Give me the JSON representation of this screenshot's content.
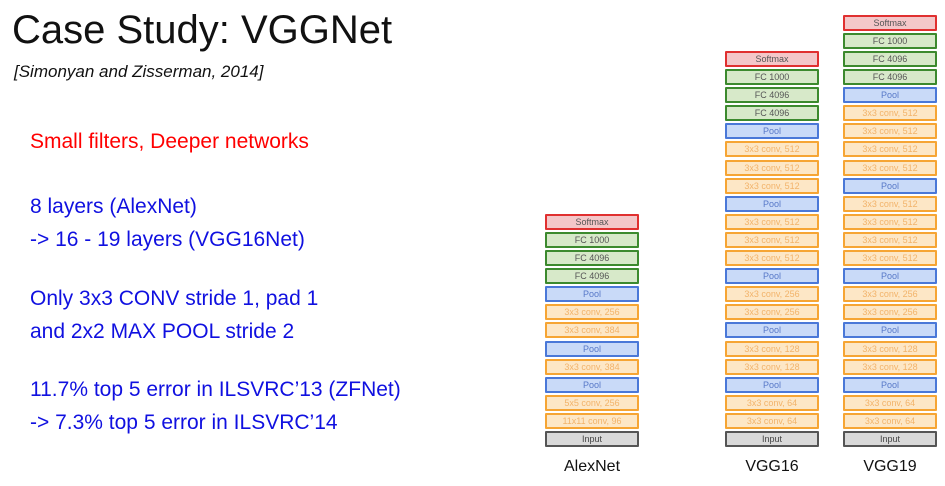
{
  "slide": {
    "title": "Case Study: VGGNet",
    "citation": "[Simonyan and Zisserman, 2014]",
    "lines": [
      "Small filters, Deeper networks",
      "8 layers (AlexNet)",
      "-> 16 - 19 layers (VGG16Net)",
      "Only 3x3 CONV stride 1, pad 1",
      "and  2x2 MAX POOL stride 2",
      "11.7% top 5 error in ILSVRC’13 (ZFNet)",
      "-> 7.3% top 5 error in ILSVRC’14"
    ],
    "highlight_color": "#ff0000",
    "body_color": "#1010e0"
  },
  "networks": [
    {
      "name": "AlexNet",
      "layers": [
        {
          "label": "Softmax",
          "type": "softmax"
        },
        {
          "label": "FC 1000",
          "type": "fc"
        },
        {
          "label": "FC 4096",
          "type": "fc"
        },
        {
          "label": "FC 4096",
          "type": "fc"
        },
        {
          "label": "Pool",
          "type": "pool"
        },
        {
          "label": "3x3 conv, 256",
          "type": "conv"
        },
        {
          "label": "3x3 conv, 384",
          "type": "conv"
        },
        {
          "label": "Pool",
          "type": "pool"
        },
        {
          "label": "3x3 conv, 384",
          "type": "conv"
        },
        {
          "label": "Pool",
          "type": "pool"
        },
        {
          "label": "5x5 conv, 256",
          "type": "conv"
        },
        {
          "label": "11x11 conv, 96",
          "type": "conv"
        },
        {
          "label": "Input",
          "type": "input"
        }
      ]
    },
    {
      "name": "VGG16",
      "layers": [
        {
          "label": "Softmax",
          "type": "softmax"
        },
        {
          "label": "FC 1000",
          "type": "fc"
        },
        {
          "label": "FC 4096",
          "type": "fc"
        },
        {
          "label": "FC 4096",
          "type": "fc"
        },
        {
          "label": "Pool",
          "type": "pool"
        },
        {
          "label": "3x3 conv, 512",
          "type": "conv"
        },
        {
          "label": "3x3 conv, 512",
          "type": "conv"
        },
        {
          "label": "3x3 conv, 512",
          "type": "conv"
        },
        {
          "label": "Pool",
          "type": "pool"
        },
        {
          "label": "3x3 conv, 512",
          "type": "conv"
        },
        {
          "label": "3x3 conv, 512",
          "type": "conv"
        },
        {
          "label": "3x3 conv, 512",
          "type": "conv"
        },
        {
          "label": "Pool",
          "type": "pool"
        },
        {
          "label": "3x3 conv, 256",
          "type": "conv"
        },
        {
          "label": "3x3 conv, 256",
          "type": "conv"
        },
        {
          "label": "Pool",
          "type": "pool"
        },
        {
          "label": "3x3 conv, 128",
          "type": "conv"
        },
        {
          "label": "3x3 conv, 128",
          "type": "conv"
        },
        {
          "label": "Pool",
          "type": "pool"
        },
        {
          "label": "3x3 conv, 64",
          "type": "conv"
        },
        {
          "label": "3x3 conv, 64",
          "type": "conv"
        },
        {
          "label": "Input",
          "type": "input"
        }
      ]
    },
    {
      "name": "VGG19",
      "layers": [
        {
          "label": "Softmax",
          "type": "softmax"
        },
        {
          "label": "FC 1000",
          "type": "fc"
        },
        {
          "label": "FC 4096",
          "type": "fc"
        },
        {
          "label": "FC 4096",
          "type": "fc"
        },
        {
          "label": "Pool",
          "type": "pool"
        },
        {
          "label": "3x3 conv, 512",
          "type": "conv"
        },
        {
          "label": "3x3 conv, 512",
          "type": "conv"
        },
        {
          "label": "3x3 conv, 512",
          "type": "conv"
        },
        {
          "label": "3x3 conv, 512",
          "type": "conv"
        },
        {
          "label": "Pool",
          "type": "pool"
        },
        {
          "label": "3x3 conv, 512",
          "type": "conv"
        },
        {
          "label": "3x3 conv, 512",
          "type": "conv"
        },
        {
          "label": "3x3 conv, 512",
          "type": "conv"
        },
        {
          "label": "3x3 conv, 512",
          "type": "conv"
        },
        {
          "label": "Pool",
          "type": "pool"
        },
        {
          "label": "3x3 conv, 256",
          "type": "conv"
        },
        {
          "label": "3x3 conv, 256",
          "type": "conv"
        },
        {
          "label": "Pool",
          "type": "pool"
        },
        {
          "label": "3x3 conv, 128",
          "type": "conv"
        },
        {
          "label": "3x3 conv, 128",
          "type": "conv"
        },
        {
          "label": "Pool",
          "type": "pool"
        },
        {
          "label": "3x3 conv, 64",
          "type": "conv"
        },
        {
          "label": "3x3 conv, 64",
          "type": "conv"
        },
        {
          "label": "Input",
          "type": "input"
        }
      ]
    }
  ]
}
